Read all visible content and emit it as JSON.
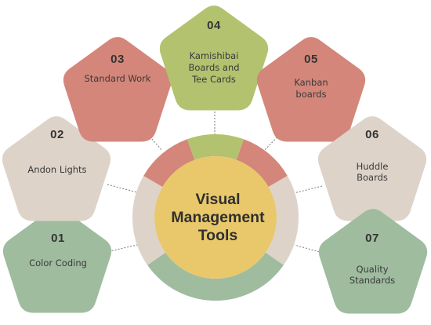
{
  "diagram": {
    "center": {
      "title_line1": "Visual",
      "title_line2": "Management",
      "title_line3": "Tools"
    },
    "items": [
      {
        "number": "01",
        "label_line1": "Color Coding",
        "label_line2": ""
      },
      {
        "number": "02",
        "label_line1": "Andon Lights",
        "label_line2": ""
      },
      {
        "number": "03",
        "label_line1": "Standard Work",
        "label_line2": ""
      },
      {
        "number": "04",
        "label_line1": "Kamishibai",
        "label_line2": "Boards and",
        "label_line3": "Tee Cards"
      },
      {
        "number": "05",
        "label_line1": "Kanban",
        "label_line2": "boards"
      },
      {
        "number": "06",
        "label_line1": "Huddle",
        "label_line2": "Boards"
      },
      {
        "number": "07",
        "label_line1": "Quality",
        "label_line2": "Standards"
      }
    ],
    "colors": {
      "green": "#9fbc9f",
      "beige": "#ddd3c9",
      "salmon": "#d4867a",
      "olive": "#b3c26f",
      "center": "#e8c86b",
      "ring_light": "#eeeeea"
    }
  }
}
